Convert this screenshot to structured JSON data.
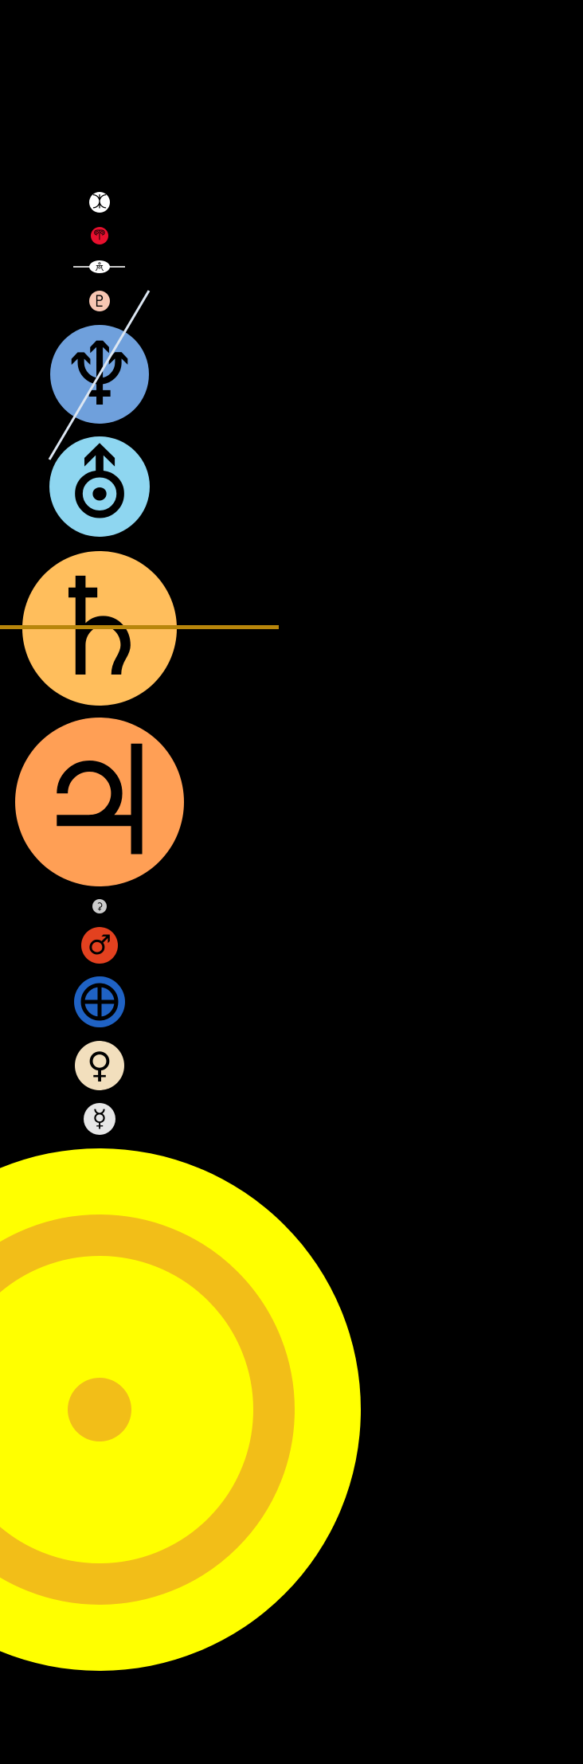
{
  "bodies": [
    {
      "key": "eris",
      "symbol": "⯰",
      "color": "#ffffff"
    },
    {
      "key": "makemake",
      "symbol": "🝼",
      "color": "#e8102e"
    },
    {
      "key": "haumea",
      "symbol": "🝻",
      "color": "#ffffff"
    },
    {
      "key": "pluto",
      "symbol": "♇",
      "color": "#f7c6b2"
    },
    {
      "key": "neptune",
      "symbol": "♆",
      "color": "#6fa0dc"
    },
    {
      "key": "uranus",
      "symbol": "⛢",
      "color": "#8ed6f0"
    },
    {
      "key": "saturn",
      "symbol": "♄",
      "color": "#ffbe5c"
    },
    {
      "key": "jupiter",
      "symbol": "♃",
      "color": "#ff9f55"
    },
    {
      "key": "ceres",
      "symbol": "⚳",
      "color": "#cccccc"
    },
    {
      "key": "mars",
      "symbol": "♂",
      "color": "#e3411f"
    },
    {
      "key": "earth",
      "symbol": "♁",
      "color": "#1f62c4"
    },
    {
      "key": "venus",
      "symbol": "♀",
      "color": "#f2dfbd"
    },
    {
      "key": "mercury",
      "symbol": "☿",
      "color": "#e6e6e6"
    },
    {
      "key": "sun",
      "symbol": "☉",
      "color": "#ffff00"
    }
  ],
  "colors": {
    "background": "#000000",
    "sun_outer": "#ffff00",
    "sun_inner": "#f2be18",
    "ring_saturn": "#b8860b",
    "ring_neptune": "#dce6f2",
    "ring_haumea": "#cccccc"
  }
}
